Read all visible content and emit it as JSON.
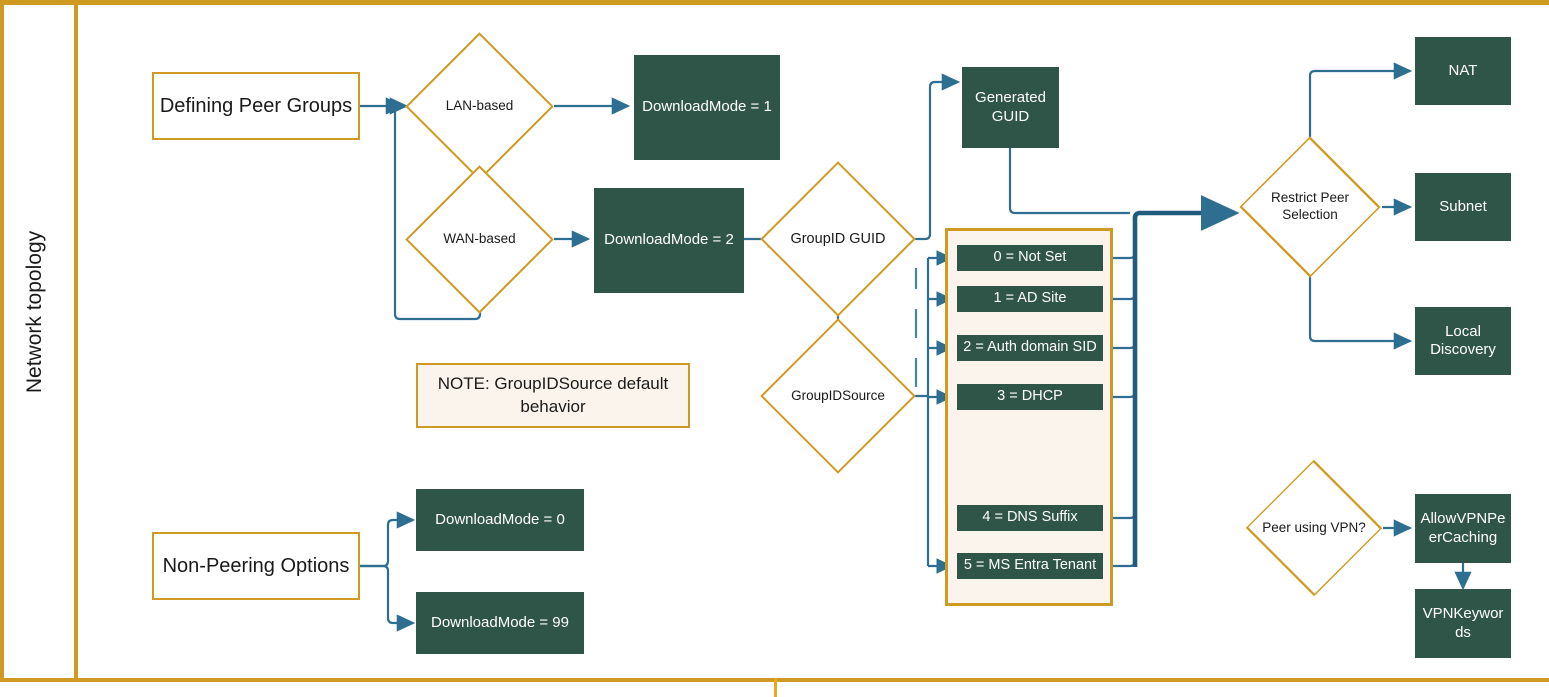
{
  "page": {
    "side_label": "Network topology",
    "colors": {
      "gold": "#CF9A22",
      "green": "#2F5549",
      "blue": "#2E6E91",
      "cream": "#FBF4EC"
    }
  },
  "defining_peer_groups": {
    "title": "Defining Peer Groups",
    "lan_diamond": "LAN-based",
    "wan_diamond": "WAN-based",
    "downloadmode_1": "DownloadMode = 1",
    "downloadmode_2": "DownloadMode = 2"
  },
  "note": {
    "text": "NOTE: GroupIDSource default behavior"
  },
  "groupid": {
    "guid_diamond": "GroupID GUID",
    "generated_guid": "Generated\nGUID",
    "source_diamond": "GroupIDSource",
    "source_items": [
      {
        "label": "0 = Not Set"
      },
      {
        "label": "1 = AD Site"
      },
      {
        "label": "2 = Auth domain SID"
      },
      {
        "label": "3 = DHCP"
      },
      {
        "label": "4 = DNS Suffix"
      },
      {
        "label": "5 = MS Entra Tenant"
      }
    ]
  },
  "restrict_peer": {
    "diamond": "Restrict Peer\nSelection",
    "options": [
      {
        "label": "NAT"
      },
      {
        "label": "Subnet"
      },
      {
        "label": "Local\nDiscovery"
      }
    ]
  },
  "vpn": {
    "diamond": "Peer using VPN?",
    "allow_vpn_peer_caching": "AllowVPNPe\nerCaching",
    "vpn_keywords": "VPNKeywor\nds"
  },
  "non_peering": {
    "title": "Non-Peering Options",
    "downloadmode_0": "DownloadMode = 0",
    "downloadmode_99": "DownloadMode = 99"
  }
}
